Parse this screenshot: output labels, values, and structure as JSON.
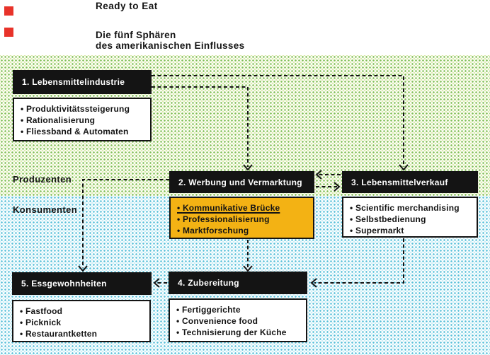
{
  "header": {
    "title": "Ready to Eat",
    "subtitle_line1": "Die fünf Sphären",
    "subtitle_line2": "des amerikanischen Einflusses"
  },
  "zone_labels": {
    "producers": "Produzenten",
    "consumers": "Konsumenten"
  },
  "boxes": [
    {
      "title": "1. Lebensmittelindustrie",
      "items": [
        "Produktivitätssteigerung",
        "Rationalisierung",
        "Fliessband & Automaten"
      ],
      "highlight": false
    },
    {
      "title": "2. Werbung und Vermarktung",
      "items": [
        "Kommunikative Brücke",
        "Professionalisierung",
        "Marktforschung"
      ],
      "highlight": true,
      "underlined_item": "Kommunikative Brücke"
    },
    {
      "title": "3. Lebensmittelverkauf",
      "items": [
        "Scientific merchandising",
        "Selbstbedienung",
        "Supermarkt"
      ],
      "highlight": false
    },
    {
      "title": "4. Zubereitung",
      "items": [
        "Fertiggerichte",
        "Convenience food",
        "Technisierung der Küche"
      ],
      "highlight": false
    },
    {
      "title": "5. Essgewohnheiten",
      "items": [
        "Fastfood",
        "Picknick",
        "Restaurantketten"
      ],
      "highlight": false
    }
  ],
  "connections": [
    {
      "from": "1. Lebensmittelindustrie",
      "to": "2. Werbung und Vermarktung",
      "style": "dashed-arrow"
    },
    {
      "from": "1. Lebensmittelindustrie",
      "to": "3. Lebensmittelverkauf",
      "style": "dashed-arrow"
    },
    {
      "from": "3. Lebensmittelverkauf",
      "to": "2. Werbung und Vermarktung",
      "style": "dashed-arrow"
    },
    {
      "from": "2. Werbung und Vermarktung",
      "to": "3. Lebensmittelverkauf",
      "style": "dashed-arrow"
    },
    {
      "from": "2. Werbung und Vermarktung",
      "to": "5. Essgewohnheiten",
      "style": "dashed-arrow"
    },
    {
      "from": "2. Werbung und Vermarktung",
      "to": "4. Zubereitung",
      "style": "dashed-arrow"
    },
    {
      "from": "3. Lebensmittelverkauf",
      "to": "4. Zubereitung",
      "style": "dashed-arrow"
    },
    {
      "from": "4. Zubereitung",
      "to": "5. Essgewohnheiten",
      "style": "dashed-arrow"
    }
  ],
  "colors": {
    "box_header_bg": "#141414",
    "highlight_yellow": "#f3b214",
    "green_dot": "#7fbd54",
    "green_dot_light": "#dcebae",
    "blue_dot": "#56bed8",
    "blue_dot_light": "#cbedf5",
    "red_marker": "#e8332a",
    "connector": "#141414"
  }
}
